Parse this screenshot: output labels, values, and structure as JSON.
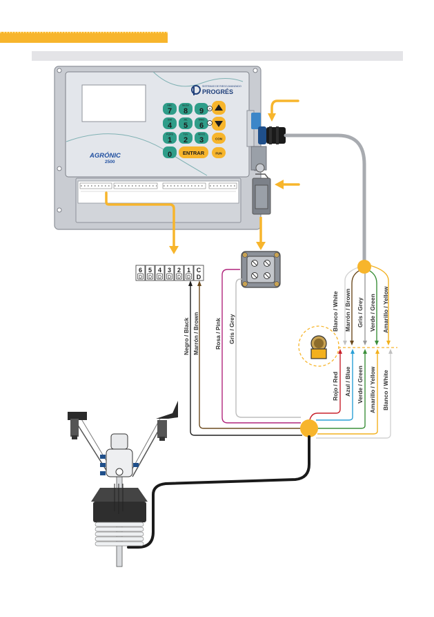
{
  "header": {
    "accent_color": "#f7b52c",
    "band_color": "#e4e4e7"
  },
  "controller": {
    "model_line1": "AGRÓNIC",
    "model_line2": "2500",
    "brand_tagline": "SISTEMAS DE RIEGO AVANZADO",
    "brand_name": "PROGRÉS",
    "keypad": [
      {
        "sub": "ABC",
        "num": "7"
      },
      {
        "sub": "Sector",
        "num": "8"
      },
      {
        "sub": "9",
        "num": "9"
      },
      {
        "sub": "GHI",
        "num": "4"
      },
      {
        "sub": "JKL",
        "num": "5"
      },
      {
        "sub": "MNO",
        "num": "6"
      },
      {
        "sub": "PQRS",
        "num": "1"
      },
      {
        "sub": "TUV",
        "num": "2"
      },
      {
        "sub": "WXYZ",
        "num": "3"
      },
      {
        "sub": "",
        "num": "0"
      }
    ],
    "function_keys": {
      "plus": "+",
      "minus": "−",
      "con": "CON",
      "fun": "FUN",
      "enter": "ENTRAR"
    }
  },
  "terminal_block": {
    "numbers": [
      "6",
      "5",
      "4",
      "3",
      "2",
      "1",
      "C"
    ],
    "bottom": [
      "D",
      "D",
      "D",
      "D",
      "D",
      "D",
      "D"
    ]
  },
  "wires_left": [
    {
      "label": "Negro / Black",
      "color": "#1e1e1e"
    },
    {
      "label": "Marrón / Brown",
      "color": "#6b4a1e"
    },
    {
      "label": "Rosa / Pink",
      "color": "#b0247c"
    },
    {
      "label": "Gris / Grey",
      "color": "#b9b9b9"
    }
  ],
  "wires_top_right": [
    {
      "label": "Blanco / White",
      "color": "#d8d8d8"
    },
    {
      "label": "Marrón / Brown",
      "color": "#6b4a1e"
    },
    {
      "label": "Gris / Grey",
      "color": "#9a9a9a"
    },
    {
      "label": "Verde / Green",
      "color": "#3b8f3a"
    },
    {
      "label": "Amarillo / Yellow",
      "color": "#f2b01e"
    }
  ],
  "wires_bottom_right": [
    {
      "label": "Rojo / Red",
      "color": "#c8202b"
    },
    {
      "label": "Azul / Blue",
      "color": "#2a9fd6"
    },
    {
      "label": "Verde / Green",
      "color": "#3b8f3a"
    },
    {
      "label": "Amarillo / Yellow",
      "color": "#f2b01e"
    },
    {
      "label": "Blanco / White",
      "color": "#d8d8d8"
    }
  ]
}
